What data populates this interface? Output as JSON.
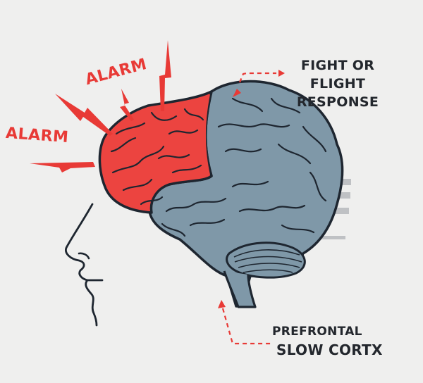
{
  "diagram": {
    "title": "Brain fight-or-flight illustration",
    "colors": {
      "background": "#efefee",
      "alarm_red": "#e83a36",
      "brain_red": "#ec4440",
      "brain_gray": "#7f98a8",
      "outline": "#1e2630",
      "text_dark": "#23272d",
      "ghost_bars": "#b7babd"
    },
    "alarm_labels": [
      "ALARM",
      "ALARM"
    ],
    "callouts": {
      "fight_or_flight": {
        "line1": "FIGHT OR",
        "line2": "FLIGHT",
        "line3": "RESPONSE"
      },
      "prefrontal": {
        "line1": "PREFRONTAL",
        "line2": "SLOW CORTX"
      }
    },
    "regions": [
      {
        "name": "frontal lobe",
        "state": "alarm",
        "color": "#ec4440"
      },
      {
        "name": "rest of brain",
        "state": "normal",
        "color": "#7f98a8"
      }
    ]
  }
}
